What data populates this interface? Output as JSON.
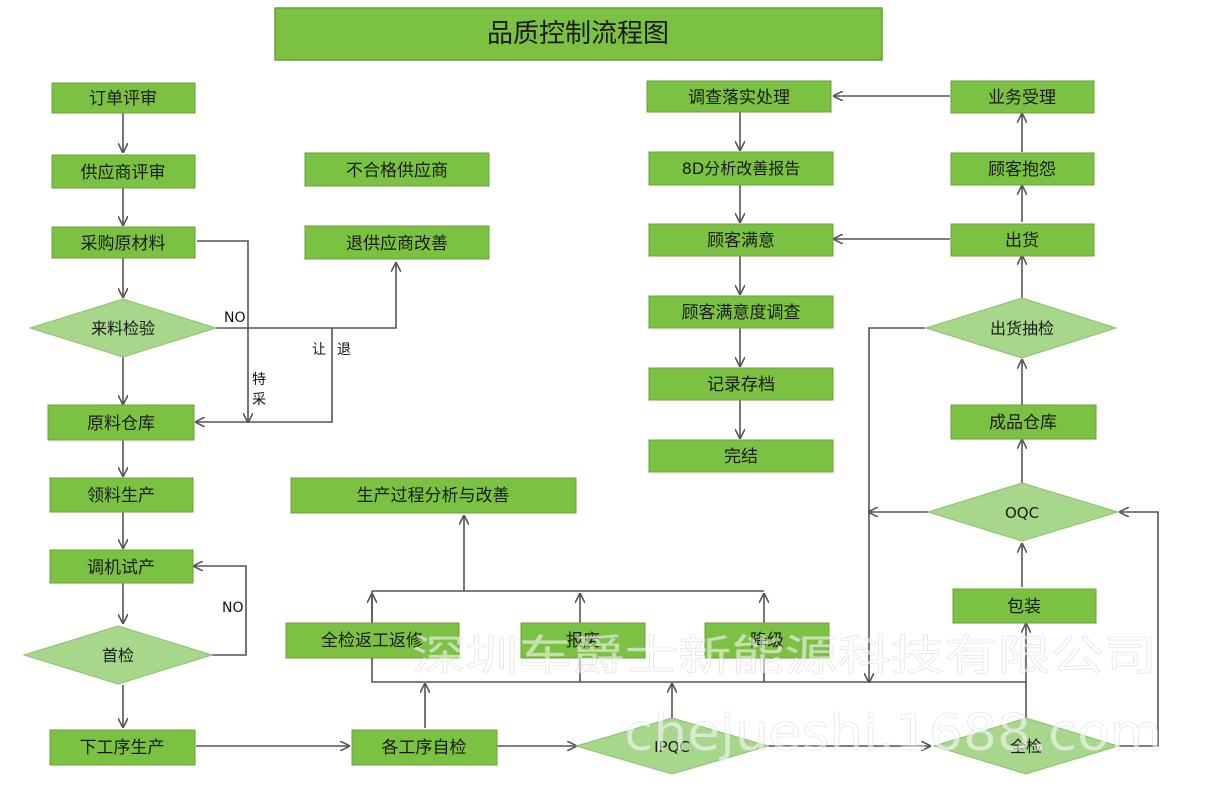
{
  "title": "品质控制流程图",
  "nodes": {
    "order_review": "订单评审",
    "supplier_review": "供应商评审",
    "purchase_raw": "采购原材料",
    "incoming_inspection": "来料检验",
    "raw_warehouse": "原料仓库",
    "material_production": "领料生产",
    "trial_production": "调机试产",
    "first_inspection": "首检",
    "next_process": "下工序生产",
    "unqualified_supplier": "不合格供应商",
    "return_supplier_improve": "退供应商改善",
    "process_analysis": "生产过程分析与改善",
    "full_rework": "全检返工返修",
    "scrap": "报废",
    "downgrade": "降级",
    "self_inspection": "各工序自检",
    "ipqc": "IPQC",
    "full_inspection": "全检",
    "packaging": "包装",
    "oqc": "OQC",
    "finished_warehouse": "成品仓库",
    "shipping_sampling": "出货抽检",
    "shipping": "出货",
    "customer_complaint": "顾客抱怨",
    "business_acceptance": "业务受理",
    "investigate_handle": "调查落实处理",
    "report_8d": "8D分析改善报告",
    "customer_satisfied": "顾客满意",
    "satisfaction_survey": "顾客满意度调查",
    "record_archive": "记录存档",
    "complete": "完结"
  },
  "edge_labels": {
    "no_incoming": "NO",
    "special_purchase_1": "特",
    "special_purchase_2": "采",
    "concession": "让",
    "return": "退",
    "no_first": "NO"
  },
  "watermark": {
    "company": "深圳车爵士新能源科技有限公司",
    "site": "chejueshi.1688.com"
  }
}
